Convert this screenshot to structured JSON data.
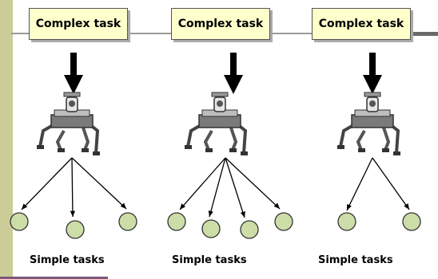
{
  "task_label": "Complex task",
  "result_label": "Simple tasks",
  "colors": {
    "task_box_fill": "#ffffcc",
    "circle_fill": "#ccdda8",
    "side_bar": "#cccc99"
  },
  "groups": [
    {
      "complex": "Complex task",
      "simple": "Simple tasks",
      "subtask_count": 3
    },
    {
      "complex": "Complex task",
      "simple": "Simple tasks",
      "subtask_count": 4
    },
    {
      "complex": "Complex task",
      "simple": "Simple tasks",
      "subtask_count": 2
    }
  ],
  "icons": [
    "down-arrow-icon",
    "robot-icon",
    "subtask-arrow-icon",
    "subtask-circle-icon"
  ]
}
